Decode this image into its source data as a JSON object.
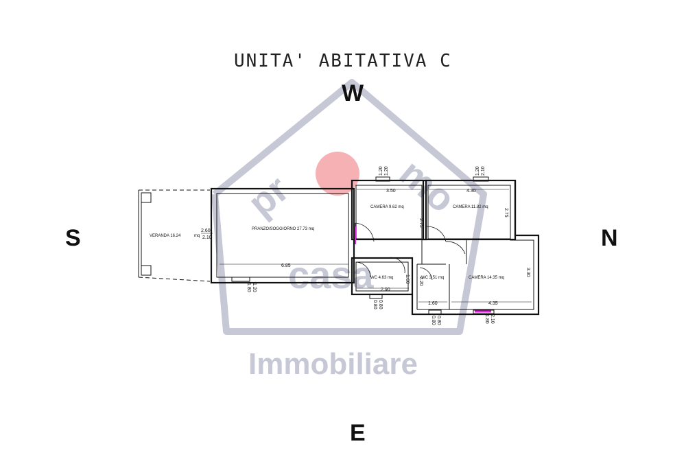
{
  "title": "UNITA' ABITATIVA  C",
  "compass": {
    "west": "W",
    "south": "S",
    "north": "N",
    "east": "E"
  },
  "watermark": {
    "word_pr": "pr",
    "word_mo": "mo",
    "word_casa": "casa",
    "brand": "Immobiliare",
    "color": "#c7c8d6",
    "dot_color": "#f4a3a8"
  },
  "rooms": {
    "veranda": "VERANDA  16.24",
    "veranda_unit": "mq",
    "pranzo": "PRANZO/SOGGIORNO 27.73 mq",
    "camera1": "CAMERA 9.62 mq",
    "camera2": "CAMERA 11.82 mq",
    "wc1": "WC 4.63 mq",
    "wc2": "WC 3.51 mq",
    "camera3": "CAMERA 14.35 mq"
  },
  "dimensions": {
    "d_260": "2.60",
    "d_210a": "2.10",
    "d_685": "6.85",
    "d_350": "3.50",
    "d_430": "4.30",
    "d_275a": "2.75",
    "d_275b": "2.75",
    "d_290": "2.90",
    "d_160a": "1.60",
    "d_220": "2.20",
    "d_160b": "1.60",
    "d_435": "4.35",
    "d_330": "3.30",
    "w_120a": "1.20",
    "w_120b": "1.20",
    "w_120c": "1.20",
    "w_210b": "2.10",
    "w_180a": "1.80",
    "w_120d": "1.20",
    "w_080a": "0.80",
    "w_080b": "0.80",
    "w_080c": "0.80",
    "w_080d": "0.80",
    "w_180b": "1.80",
    "w_210c": "2.10"
  }
}
